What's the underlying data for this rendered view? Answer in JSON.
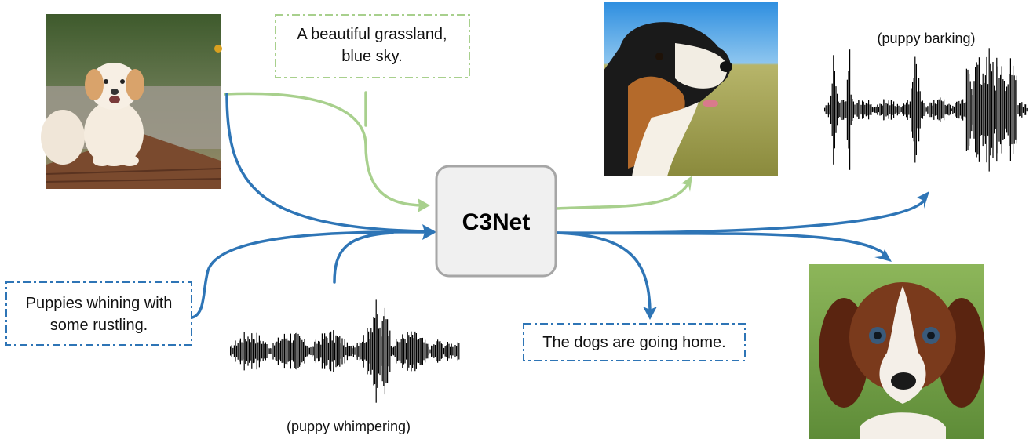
{
  "center_block": {
    "label": "C3Net"
  },
  "inputs": {
    "image": {
      "subject": "puppy on wooden deck"
    },
    "text_top": {
      "lines": [
        "A beautiful grassland,",
        "blue sky."
      ]
    },
    "text_left": {
      "lines": [
        "Puppies whining with",
        "some rustling."
      ]
    },
    "audio": {
      "caption": "(puppy whimpering)"
    }
  },
  "outputs": {
    "image_top": {
      "subject": "dog in grassland under blue sky"
    },
    "audio": {
      "caption": "(puppy barking)"
    },
    "text": {
      "label": "The dogs are going home."
    },
    "image_bottom": {
      "subject": "brown puppy portrait"
    }
  },
  "colors": {
    "green_path": "#a8d08d",
    "blue_path": "#2e75b6",
    "center_fill": "#f0f0f0",
    "center_stroke": "#a6a6a6"
  }
}
